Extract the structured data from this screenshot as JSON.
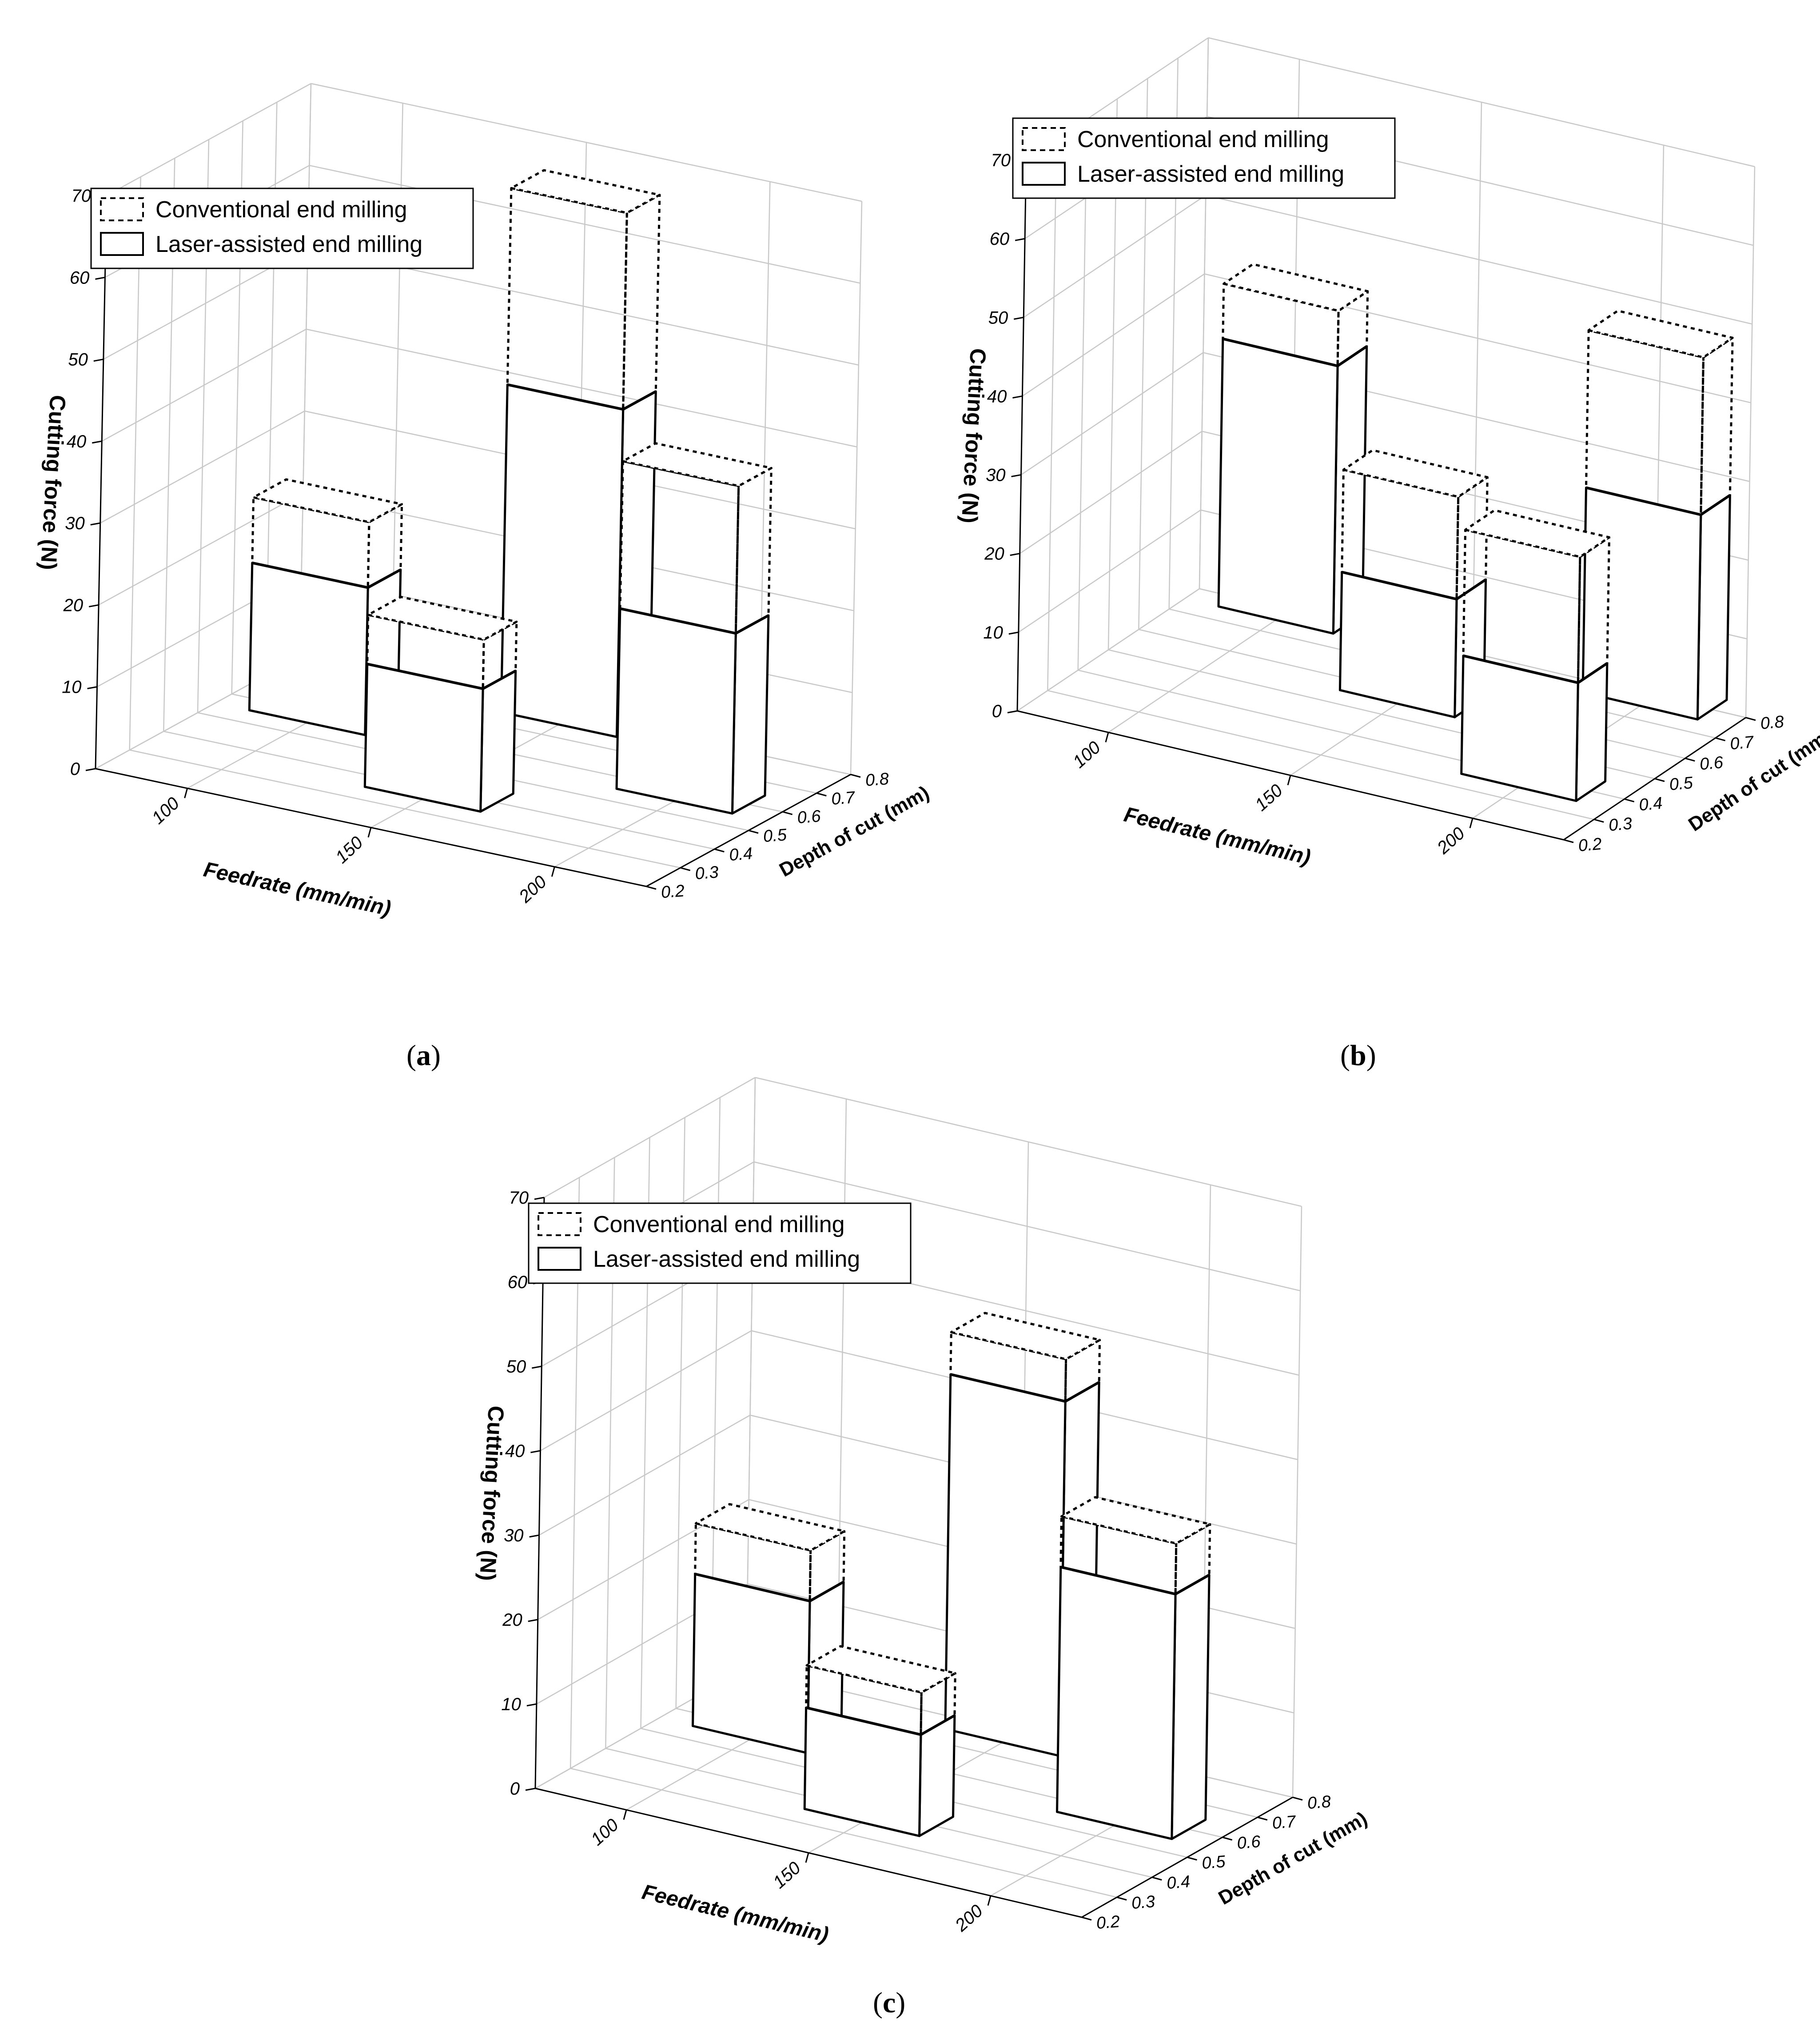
{
  "figure": {
    "captions": {
      "a": "a",
      "b": "b",
      "c": "c"
    }
  },
  "chart_data": [
    {
      "panel": "a",
      "type": "bar3d",
      "xlabel": "Feedrate (mm/min)",
      "ylabel": "Depth of cut (mm)",
      "zlabel": "Cutting force (N)",
      "x_ticks": [
        "100",
        "150",
        "200"
      ],
      "y_ticks": [
        "0.2",
        "0.3",
        "0.4",
        "0.5",
        "0.6",
        "0.7",
        "0.8"
      ],
      "z_ticks": [
        "0",
        "10",
        "20",
        "30",
        "40",
        "50",
        "60",
        "70"
      ],
      "xlim": [
        75,
        225
      ],
      "ylim": [
        0.2,
        0.8
      ],
      "zlim": [
        0,
        70
      ],
      "legend": {
        "location": "top-left",
        "entries": [
          "Conventional end milling",
          "Laser-assisted end milling"
        ]
      },
      "series": [
        {
          "name": "Conventional end milling",
          "style": "dotted",
          "points": [
            {
              "x": 100,
              "y": 0.6,
              "z": 26
            },
            {
              "x": 150,
              "y": 0.4,
              "z": 21
            },
            {
              "x": 150,
              "y": 0.8,
              "z": 64
            },
            {
              "x": 200,
              "y": 0.6,
              "z": 40
            }
          ]
        },
        {
          "name": "Laser-assisted end milling",
          "style": "solid",
          "points": [
            {
              "x": 100,
              "y": 0.6,
              "z": 18
            },
            {
              "x": 150,
              "y": 0.4,
              "z": 15
            },
            {
              "x": 150,
              "y": 0.8,
              "z": 40
            },
            {
              "x": 200,
              "y": 0.6,
              "z": 22
            }
          ]
        }
      ]
    },
    {
      "panel": "b",
      "type": "bar3d",
      "xlabel": "Feedrate (mm/min)",
      "ylabel": "Depth of cut (mm)",
      "zlabel": "Cutting force (N)",
      "x_ticks": [
        "100",
        "150",
        "200"
      ],
      "y_ticks": [
        "0.2",
        "0.3",
        "0.4",
        "0.5",
        "0.6",
        "0.7",
        "0.8"
      ],
      "z_ticks": [
        "0",
        "10",
        "20",
        "30",
        "40",
        "50",
        "60",
        "70"
      ],
      "xlim": [
        75,
        225
      ],
      "ylim": [
        0.2,
        0.8
      ],
      "zlim": [
        0,
        70
      ],
      "legend": {
        "location": "top-left",
        "entries": [
          "Conventional end milling",
          "Laser-assisted end milling"
        ]
      },
      "series": [
        {
          "name": "Conventional end milling",
          "style": "dotted",
          "points": [
            {
              "x": 100,
              "y": 0.8,
              "z": 41
            },
            {
              "x": 150,
              "y": 0.6,
              "z": 28
            },
            {
              "x": 200,
              "y": 0.4,
              "z": 31
            },
            {
              "x": 200,
              "y": 0.8,
              "z": 46
            }
          ]
        },
        {
          "name": "Laser-assisted end milling",
          "style": "solid",
          "points": [
            {
              "x": 100,
              "y": 0.8,
              "z": 34
            },
            {
              "x": 150,
              "y": 0.6,
              "z": 15
            },
            {
              "x": 200,
              "y": 0.4,
              "z": 15
            },
            {
              "x": 200,
              "y": 0.8,
              "z": 26
            }
          ]
        }
      ]
    },
    {
      "panel": "c",
      "type": "bar3d",
      "xlabel": "Feedrate (mm/min)",
      "ylabel": "Depth of cut (mm)",
      "zlabel": "Cutting force (N)",
      "x_ticks": [
        "100",
        "150",
        "200"
      ],
      "y_ticks": [
        "0.2",
        "0.3",
        "0.4",
        "0.5",
        "0.6",
        "0.7",
        "0.8"
      ],
      "z_ticks": [
        "0",
        "10",
        "20",
        "30",
        "40",
        "50",
        "60",
        "70"
      ],
      "xlim": [
        75,
        225
      ],
      "ylim": [
        0.2,
        0.8
      ],
      "zlim": [
        0,
        70
      ],
      "legend": {
        "location": "top-left",
        "entries": [
          "Conventional end milling",
          "Laser-assisted end milling"
        ]
      },
      "series": [
        {
          "name": "Conventional end milling",
          "style": "dotted",
          "points": [
            {
              "x": 100,
              "y": 0.6,
              "z": 24
            },
            {
              "x": 150,
              "y": 0.4,
              "z": 17
            },
            {
              "x": 150,
              "y": 0.8,
              "z": 47
            },
            {
              "x": 200,
              "y": 0.6,
              "z": 35
            }
          ]
        },
        {
          "name": "Laser-assisted end milling",
          "style": "solid",
          "points": [
            {
              "x": 100,
              "y": 0.6,
              "z": 18
            },
            {
              "x": 150,
              "y": 0.4,
              "z": 12
            },
            {
              "x": 150,
              "y": 0.8,
              "z": 42
            },
            {
              "x": 200,
              "y": 0.6,
              "z": 29
            }
          ]
        }
      ]
    }
  ]
}
